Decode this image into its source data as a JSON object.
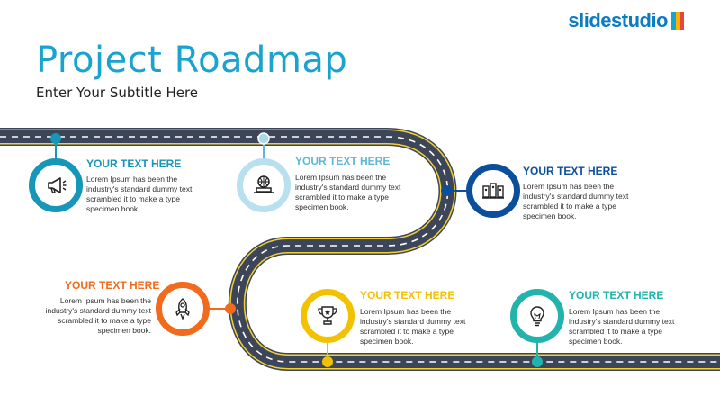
{
  "brand": {
    "name": "slidestudio",
    "colors": [
      "#1aa3cf",
      "#f7b500",
      "#e8453c"
    ]
  },
  "header": {
    "title": "Project Roadmap",
    "subtitle": "Enter Your Subtitle Here"
  },
  "colors": {
    "road": "#3d4558",
    "road_edge": "#f2d233",
    "lane_marking": "#ffffff"
  },
  "milestones": [
    {
      "heading": "YOUR TEXT HERE",
      "body": "Lorem Ipsum has been the industry's standard dummy text scrambled it to make a type specimen book.",
      "color": "#1697b8",
      "icon": "megaphone-icon"
    },
    {
      "heading": "YOUR TEXT HERE",
      "body": "Lorem Ipsum has been the industry's standard dummy text scrambled it to make a type specimen book.",
      "color": "#5ab8d8",
      "icon": "laptop-globe-icon"
    },
    {
      "heading": "YOUR TEXT HERE",
      "body": "Lorem Ipsum has been the industry's standard dummy text scrambled it to make a type specimen book.",
      "color": "#0b4f9c",
      "icon": "ranking-cards-icon"
    },
    {
      "heading": "YOUR TEXT HERE",
      "body": "Lorem Ipsum has been the industry's standard dummy text scrambled it to make a type specimen book.",
      "color": "#f26a1b",
      "icon": "rocket-icon"
    },
    {
      "heading": "YOUR TEXT HERE",
      "body": "Lorem Ipsum has been the industry's standard dummy text scrambled it to make a type specimen book.",
      "color": "#f2c200",
      "icon": "trophy-icon"
    },
    {
      "heading": "YOUR TEXT HERE",
      "body": "Lorem Ipsum has been the industry's standard dummy text scrambled it to make a type specimen book.",
      "color": "#22b3ad",
      "icon": "lightbulb-icon"
    }
  ]
}
